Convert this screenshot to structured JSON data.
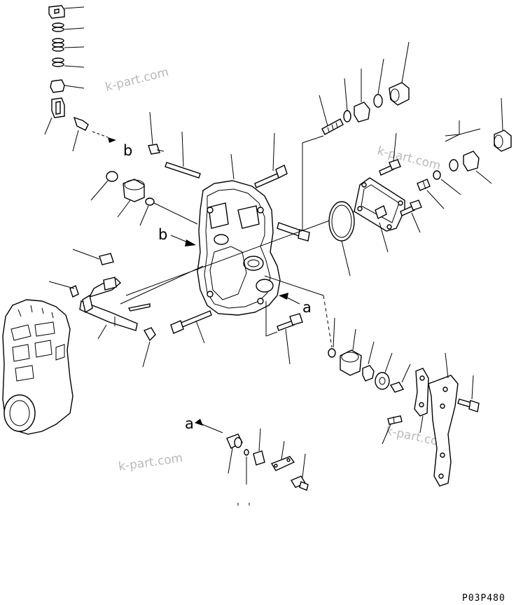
{
  "watermarks": [
    "k-part.com",
    "k-part.com",
    "k-part.com",
    "k-part.com"
  ],
  "callouts": {
    "a": "a",
    "b": "b"
  },
  "drawing_code": "P03P480",
  "colors": {
    "line": "#000000",
    "background": "#ffffff",
    "watermark": "#b9b9b9"
  }
}
